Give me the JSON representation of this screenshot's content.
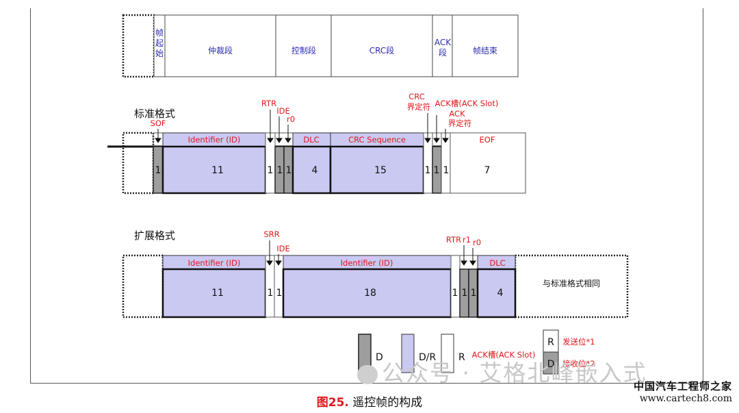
{
  "top_bar": {
    "fields": [
      "帧\n起\n始",
      "仲裁段",
      "控制段",
      "CRC段",
      "ACK\n段",
      "帧结束"
    ]
  },
  "standard": {
    "heading": "标准格式",
    "labels": {
      "sof": "SOF",
      "rtr": "RTR",
      "ide": "IDE",
      "r0": "r0",
      "crc_delim": "CRC\n界定符",
      "ack_slot": "ACK槽(ACK Slot)",
      "ack_delim": "ACK\n界定符",
      "identifier": "Identifier (ID)",
      "dlc": "DLC",
      "crc_seq": "CRC Sequence",
      "eof": "EOF"
    },
    "numbers": [
      "1",
      "11",
      "1",
      "1",
      "1",
      "4",
      "15",
      "1",
      "1",
      "1",
      "7"
    ]
  },
  "extended": {
    "heading": "扩展格式",
    "labels": {
      "srr": "SRR",
      "ide": "IDE",
      "rtr": "RTR",
      "r1": "r1",
      "r0": "r0",
      "identifier1": "Identifier (ID)",
      "identifier2": "Identifier (ID)",
      "dlc": "DLC",
      "same_as_std": "与标准格式相同"
    },
    "numbers": [
      "11",
      "1",
      "1",
      "18",
      "1",
      "1",
      "1",
      "4"
    ]
  },
  "legend": {
    "d": "D",
    "dr": "D/R",
    "r": "R",
    "ack_slot": "ACK槽(ACK Slot)",
    "box_r": "R",
    "box_d": "D",
    "send_bit": "发送位*1",
    "recv_bit": "接收位*2"
  },
  "caption": {
    "fig": "图25.",
    "text": " 遥控帧的构成"
  },
  "watermark": "公众号 · 艾格北峰嵌入式",
  "brand": {
    "name": "中国汽车工程师之家",
    "url": "www.cartech8.com"
  },
  "colors": {
    "dominant": "#9e9e9e",
    "dominant_or_recessive": "#c9c9f2",
    "recessive": "#ffffff",
    "label_blue": "#2b2bb3",
    "label_red": "#e0171b"
  }
}
